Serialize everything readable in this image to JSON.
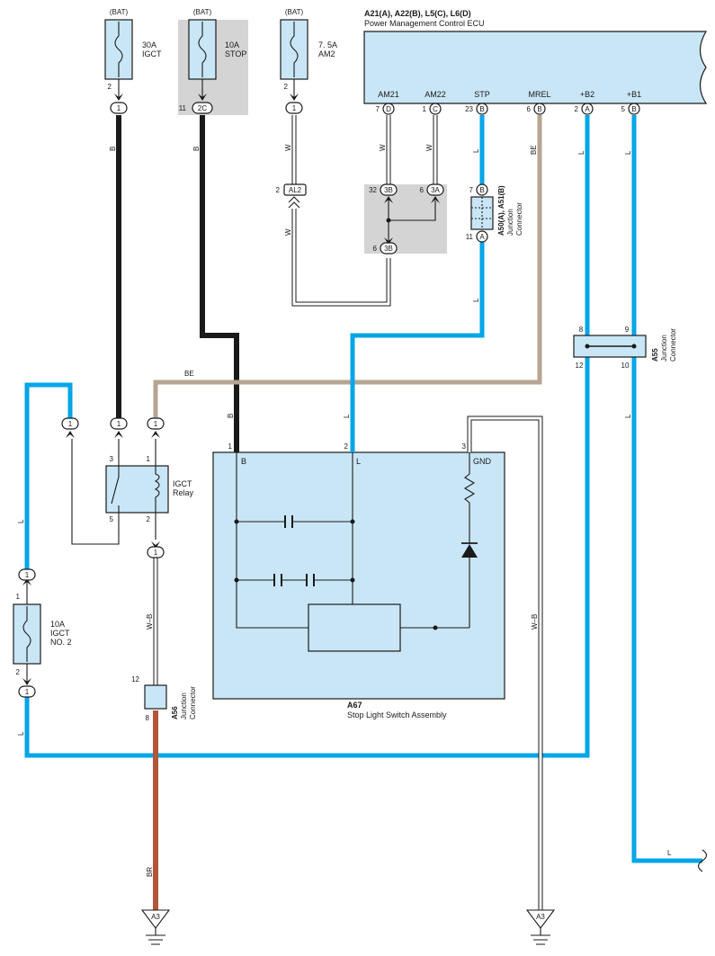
{
  "fuses": {
    "igct": {
      "source": "(BAT)",
      "rating": "30A",
      "name": "IGCT",
      "pin": "2",
      "conn": "1"
    },
    "stop": {
      "source": "(BAT)",
      "rating": "10A",
      "name": "STOP",
      "pin": "11",
      "conn": "2C"
    },
    "am2": {
      "source": "(BAT)",
      "rating": "7. 5A",
      "name": "AM2",
      "pin": "2",
      "conn": "1"
    },
    "igct2": {
      "rating": "10A",
      "name": "IGCT",
      "name2": "NO. 2",
      "pin_top": "1",
      "pin_bottom": "2",
      "conn_top": "1",
      "conn_bottom": "1"
    }
  },
  "ecu": {
    "title": "A21(A), A22(B), L5(C), L6(D)",
    "subtitle": "Power Management Control ECU",
    "pins": [
      {
        "name": "AM21",
        "num": "7",
        "conn": "D"
      },
      {
        "name": "AM22",
        "num": "1",
        "conn": "C"
      },
      {
        "name": "STP",
        "num": "23",
        "conn": "B"
      },
      {
        "name": "MREL",
        "num": "6",
        "conn": "B"
      },
      {
        "name": "+B2",
        "num": "2",
        "conn": "A"
      },
      {
        "name": "+B1",
        "num": "5",
        "conn": "B"
      }
    ]
  },
  "wires": {
    "b1": "B",
    "b2": "B",
    "b3": "B",
    "w1": "W",
    "w2": "W",
    "w3": "W",
    "w4": "W",
    "be1": "BE",
    "be2": "BE",
    "l_stp1": "L",
    "l_stp2": "L",
    "l_a67": "L",
    "l_b2": "L",
    "l_b1a": "L",
    "l_b1b": "L",
    "l_left1": "L",
    "l_left2": "L",
    "l_bottom": "L",
    "wb1": "W–B",
    "wb2": "W–B",
    "br": "BR"
  },
  "al2": {
    "pin": "2",
    "conn": "AL2"
  },
  "jct_grey": {
    "p1_num": "32",
    "p1_conn": "3B",
    "p2_num": "6",
    "p2_conn": "3A",
    "p3_num": "6",
    "p3_conn": "3B"
  },
  "a50": {
    "code": "A50(A), A51(B)",
    "label1": "Junction",
    "label2": "Connector",
    "pin_top": "7",
    "conn_top": "B",
    "pin_bottom": "11",
    "conn_bottom": "A"
  },
  "a55": {
    "code": "A55",
    "label1": "Junction",
    "label2": "Connector",
    "p8": "8",
    "p9": "9",
    "p12": "12",
    "p10": "10"
  },
  "a56": {
    "code": "A56",
    "label1": "Junction",
    "label2": "Connector",
    "pin_top": "12",
    "pin_bottom": "8"
  },
  "relay": {
    "name1": "IGCT",
    "name2": "Relay",
    "p3": "3",
    "p1": "1",
    "p5": "5",
    "p2": "2",
    "c_left": "1",
    "c_mid": "1",
    "c_right": "1",
    "c_below": "1"
  },
  "a67": {
    "code": "A67",
    "name": "Stop Light Switch Assembly",
    "t_b": "B",
    "t_l": "L",
    "t_gnd": "GND",
    "p1": "1",
    "p2": "2",
    "p3": "3"
  },
  "ground": {
    "left": "A3",
    "right": "A3"
  }
}
